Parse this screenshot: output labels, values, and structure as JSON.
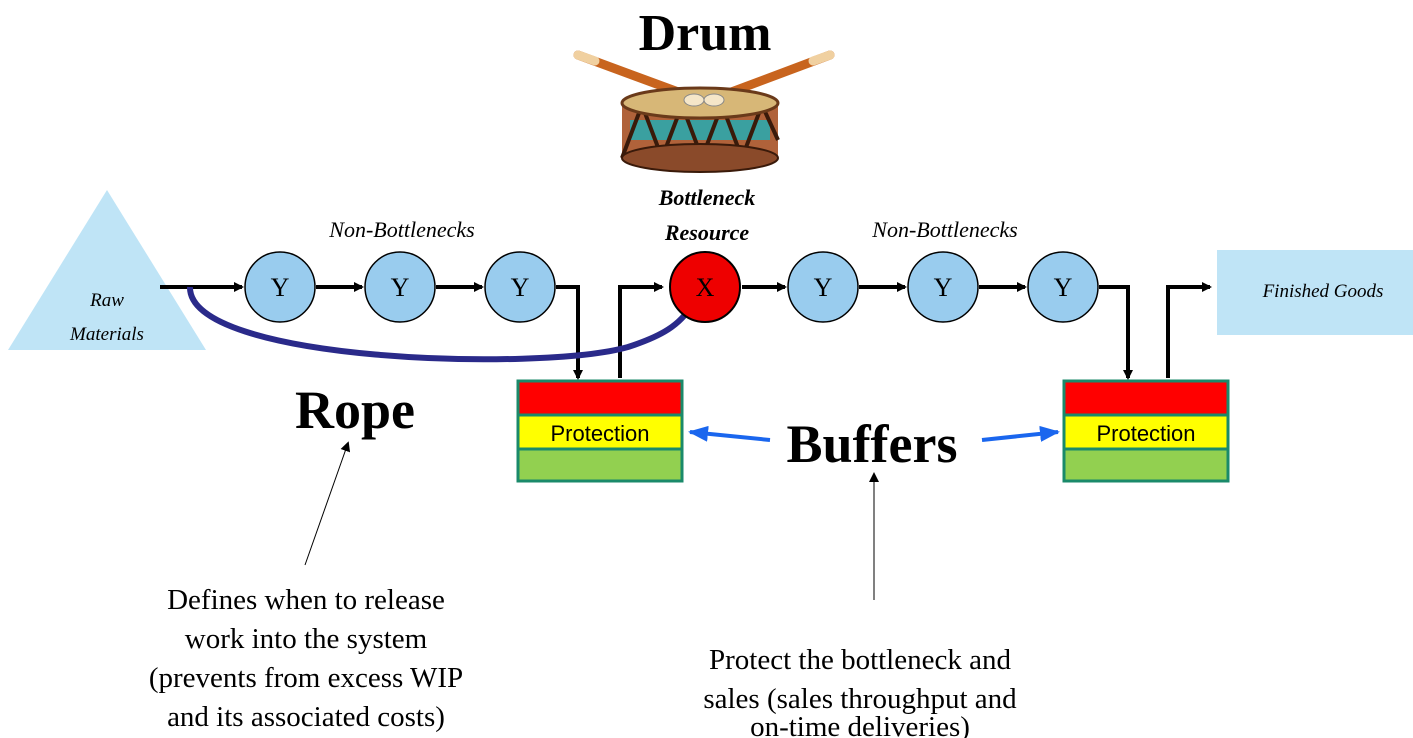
{
  "title": "Drum",
  "bottleneck": {
    "label_line1": "Bottleneck",
    "label_line2": "Resource",
    "node_label": "X"
  },
  "non_bottlenecks_left": {
    "label": "Non-Bottlenecks",
    "node_labels": [
      "Y",
      "Y",
      "Y"
    ]
  },
  "non_bottlenecks_right": {
    "label": "Non-Bottlenecks",
    "node_labels": [
      "Y",
      "Y",
      "Y"
    ]
  },
  "raw_materials": {
    "line1": "Raw",
    "line2": "Materials"
  },
  "finished_goods": {
    "label": "Finished Goods"
  },
  "rope": {
    "label": "Rope",
    "note_lines": [
      "Defines when to release",
      "work into the system",
      "(prevents from excess WIP",
      "and its associated costs)"
    ]
  },
  "buffers": {
    "label": "Buffers",
    "protection_label": "Protection",
    "note_lines": [
      "Protect the bottleneck and",
      "sales (sales throughput and",
      "on-time deliveries)"
    ]
  },
  "colors": {
    "node_fill": "#99ccee",
    "bottleneck_fill": "#ee0000",
    "buffer_red": "#ff0000",
    "buffer_yellow": "#ffff00",
    "buffer_green": "#92d050",
    "buffer_border": "#1a8a6a",
    "rope_color": "#2a2a8a",
    "buffer_arrow": "#1a66ee",
    "raw_fill": "#bfe4f6"
  }
}
